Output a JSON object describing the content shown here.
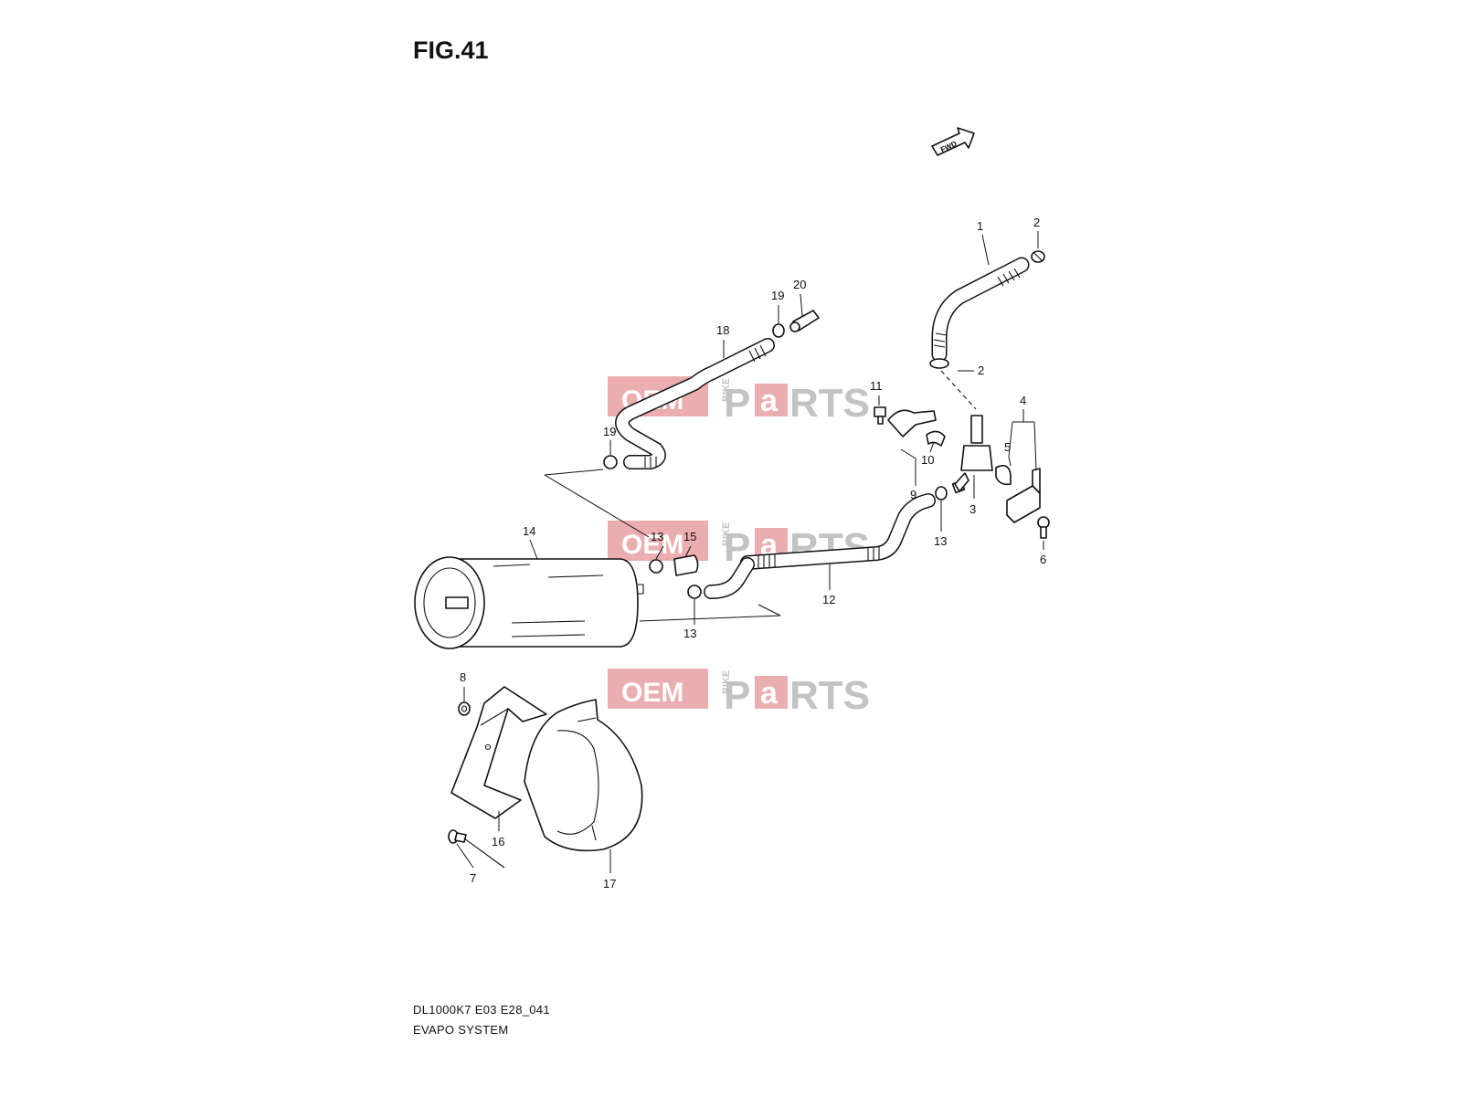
{
  "figure": {
    "title": "FIG.41",
    "model_code": "DL1000K7 E03 E28_041",
    "caption": "EVAPO SYSTEM",
    "direction_marker": "FWD"
  },
  "watermark": {
    "part1": "OEM",
    "part2": "BIKE",
    "part3": "P",
    "part4": "a",
    "part5": "RTS"
  },
  "callouts": {
    "c1": "1",
    "c2a": "2",
    "c2b": "2",
    "c3": "3",
    "c4": "4",
    "c5": "5",
    "c6": "6",
    "c7": "7",
    "c8": "8",
    "c9": "9",
    "c10": "10",
    "c11": "11",
    "c12": "12",
    "c13a": "13",
    "c13b": "13",
    "c13c": "13",
    "c14": "14",
    "c15": "15",
    "c16": "16",
    "c17": "17",
    "c18": "18",
    "c19a": "19",
    "c19b": "19",
    "c20": "20"
  },
  "colors": {
    "line": "#111111",
    "watermark_red": "#e8a0a3",
    "watermark_gray": "#b9b9b9"
  }
}
